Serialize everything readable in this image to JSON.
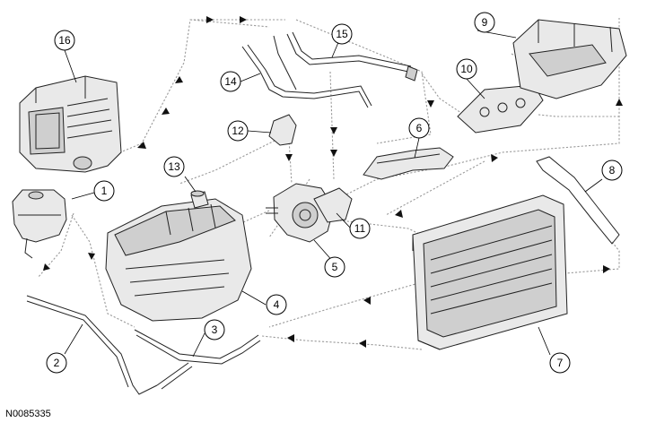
{
  "figure_id": "N0085335",
  "callouts": [
    "1",
    "2",
    "3",
    "4",
    "5",
    "6",
    "7",
    "8",
    "9",
    "10",
    "11",
    "12",
    "13",
    "14",
    "15",
    "16"
  ],
  "flow_arrow_color": "#111111",
  "flow_line_color": "#9a9a9a"
}
